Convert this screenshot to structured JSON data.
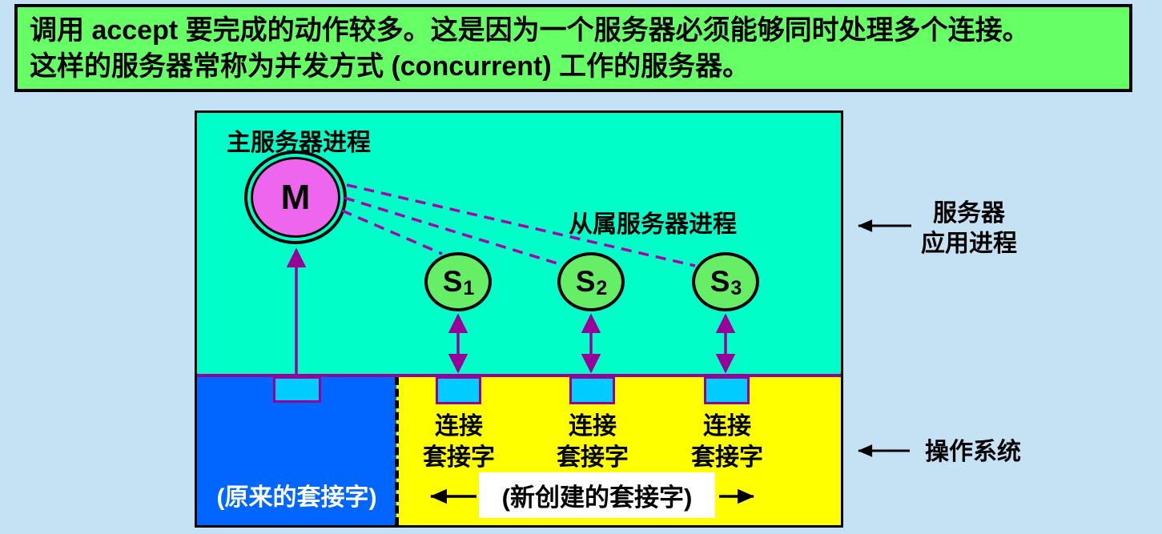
{
  "banner": {
    "line1": "调用 accept 要完成的动作较多。这是因为一个服务器必须能够同时处理多个连接。",
    "line2": "这样的服务器常称为并发方式 (concurrent) 工作的服务器。"
  },
  "diagram": {
    "master_process_label": "主服务器进程",
    "master_node": "M",
    "slave_process_label": "从属服务器进程",
    "slave_nodes": [
      {
        "base": "S",
        "sub": "1"
      },
      {
        "base": "S",
        "sub": "2"
      },
      {
        "base": "S",
        "sub": "3"
      }
    ],
    "connection_socket_label": {
      "line1": "连接",
      "line2": "套接字"
    },
    "original_socket_label": "(原来的套接字)",
    "new_socket_label": "(新创建的套接字)",
    "annotation_server": {
      "line1": "服务器",
      "line2": "应用进程"
    },
    "annotation_os": "操作系统"
  },
  "colors": {
    "page_bg": "#C5E2F5",
    "banner_bg": "#66FF66",
    "process_area_bg": "#00FFC8",
    "original_socket_area_bg": "#0066FF",
    "new_socket_area_bg": "#FFFF00",
    "socket_fill": "#00CCFF",
    "socket_border": "#990099",
    "master_node_fill": "#EE66EE",
    "slave_node_fill": "#66EE66",
    "arrow_purple": "#990099",
    "dashed_link_purple": "#AA00AA"
  }
}
